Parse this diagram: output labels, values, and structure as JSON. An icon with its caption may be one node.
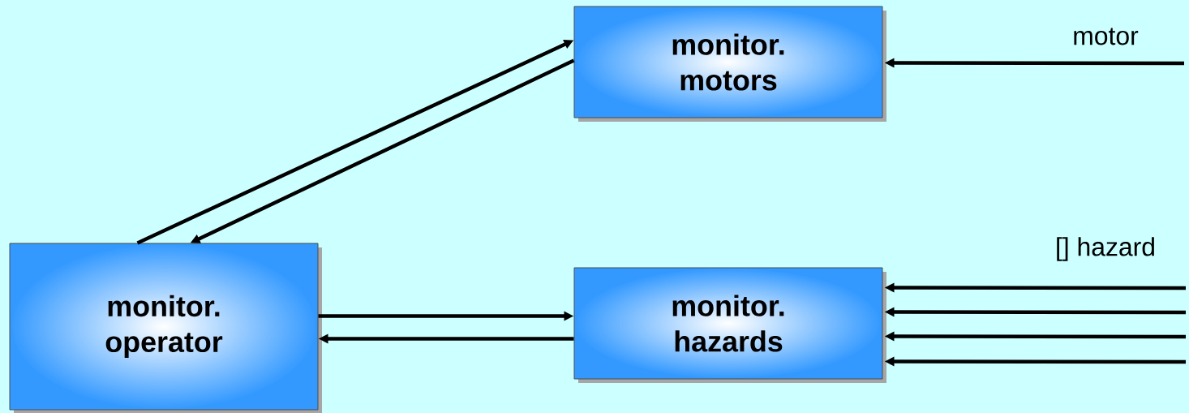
{
  "diagram": {
    "nodes": [
      {
        "text": [
          "monitor. motors"
        ]
      },
      {
        "text": [
          "monitor. operator"
        ]
      },
      {
        "text": [
          "monitor. hazards"
        ]
      }
    ],
    "edges": [
      {
        "from": 1,
        "to": 0,
        "arrow": "to"
      },
      {
        "from": 0,
        "to": 1,
        "arrow": "to"
      },
      {
        "from": 1,
        "to": 2,
        "arrow": "to"
      },
      {
        "from": 2,
        "to": 1,
        "arrow": "to"
      },
      {
        "from": null,
        "to": 0,
        "arrow": "to",
        "label": "motor"
      },
      {
        "from": null,
        "to": 2,
        "arrow": "to",
        "label": "[] hazard"
      },
      {
        "from": null,
        "to": 2,
        "arrow": "to"
      },
      {
        "from": null,
        "to": 2,
        "arrow": "to"
      },
      {
        "from": null,
        "to": 2,
        "arrow": "to"
      }
    ]
  }
}
